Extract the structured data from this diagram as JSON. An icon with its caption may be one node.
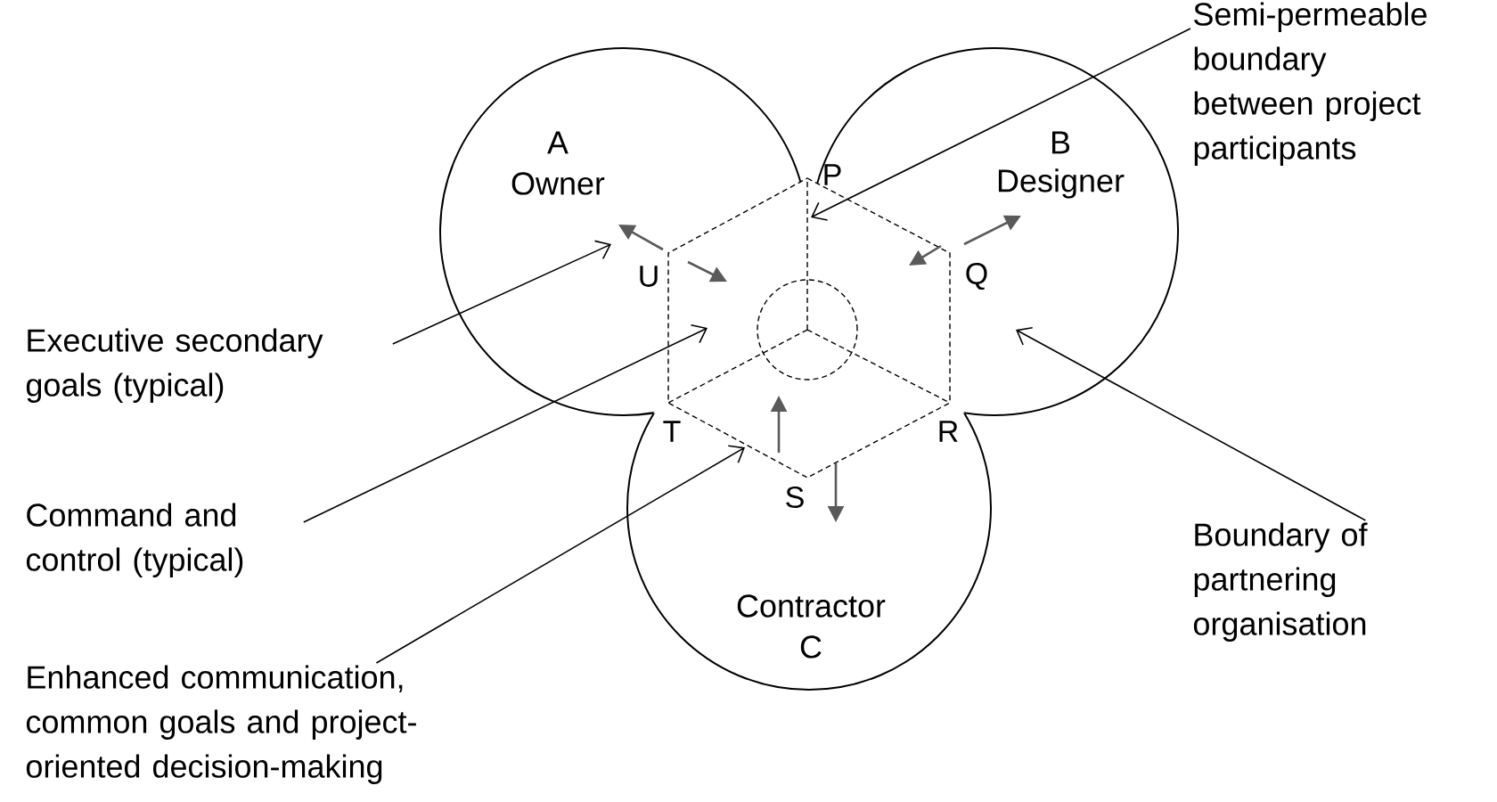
{
  "diagram": {
    "nodes": [
      {
        "text": [
          "A",
          "Owner"
        ]
      },
      {
        "text": [
          "B",
          "Designer"
        ]
      },
      {
        "text": [
          "Contractor",
          "C"
        ]
      },
      {
        "text": [],
        "shape": "circle"
      },
      {
        "text": [
          "Semi-permeable boundary between project participants"
        ]
      },
      {
        "text": [
          "Executive secondary goals (typical)"
        ]
      },
      {
        "text": [
          "Command and control (typical)"
        ]
      },
      {
        "text": [
          "Boundary of partnering organisation"
        ]
      },
      {
        "text": [
          "Enhanced communication, common goals and project-oriented decision-making"
        ]
      }
    ],
    "edges": [
      {
        "from": 4,
        "to": 1,
        "arrow": "to"
      },
      {
        "from": 5,
        "to": 0,
        "arrow": "to"
      },
      {
        "from": 6,
        "to": 0,
        "arrow": "to"
      },
      {
        "from": 7,
        "to": 1,
        "arrow": "to"
      },
      {
        "from": 8,
        "to": 2,
        "arrow": "to"
      }
    ],
    "labels": [
      "P",
      "U",
      "Q",
      "T",
      "R",
      "S"
    ]
  }
}
